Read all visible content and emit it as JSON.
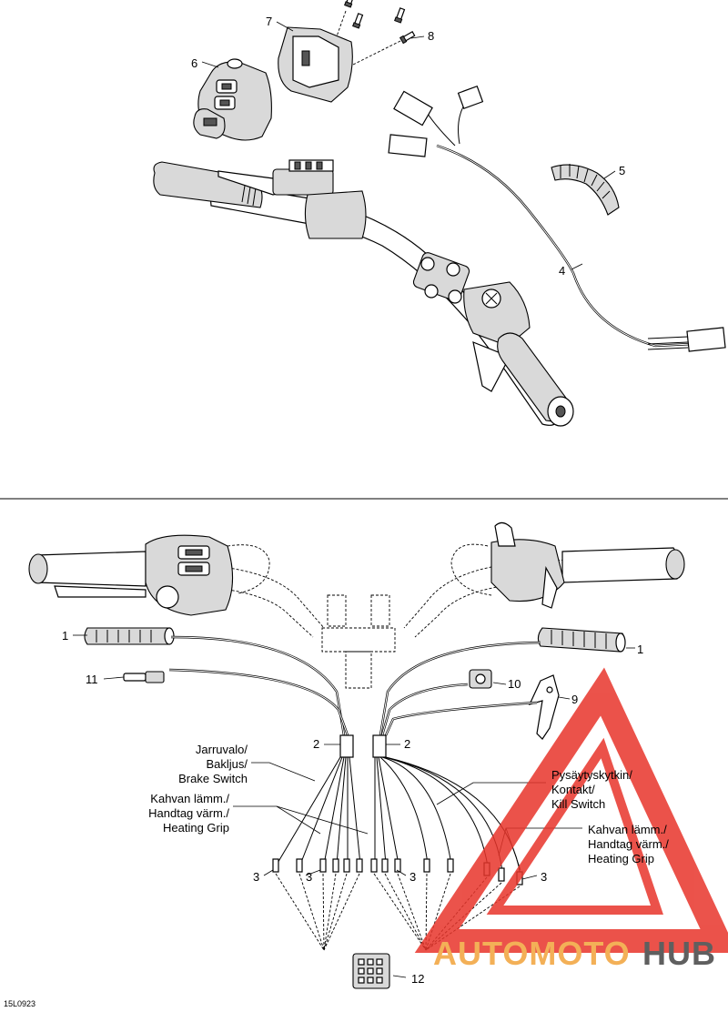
{
  "figure_code": "15L0923",
  "callouts": {
    "c1_left": "1",
    "c1_right": "1",
    "c2_left": "2",
    "c2_right": "2",
    "c3_a": "3",
    "c3_b": "3",
    "c3_c": "3",
    "c3_d": "3",
    "c4": "4",
    "c5": "5",
    "c6": "6",
    "c7": "7",
    "c8": "8",
    "c9": "9",
    "c10": "10",
    "c11": "11",
    "c12": "12"
  },
  "labels": {
    "brake_switch": [
      "Jarruvalo/",
      "Bakljus/",
      "Brake Switch"
    ],
    "heating_grip_left": [
      "Kahvan lämm./",
      "Handtag värm./",
      "Heating Grip"
    ],
    "kill_switch": [
      "Pysäytyskytkin/",
      "Kontakt/",
      "Kill Switch"
    ],
    "heating_grip_right": [
      "Kahvan lämm./",
      "Handtag värm./",
      "Heating Grip"
    ]
  },
  "watermark": {
    "part1": "AUTOMOTO",
    "part2": "HUB",
    "color_primary": "#e8352b",
    "color_secondary": "#f2a33a",
    "color_dark": "#444444"
  },
  "colors": {
    "line": "#000000",
    "background": "#ffffff",
    "part_fill": "#d9d9d9"
  },
  "icons": [
    "handlebar-assembly",
    "control-switch-housing",
    "wiring-harness",
    "heating-grip-element",
    "connector"
  ]
}
